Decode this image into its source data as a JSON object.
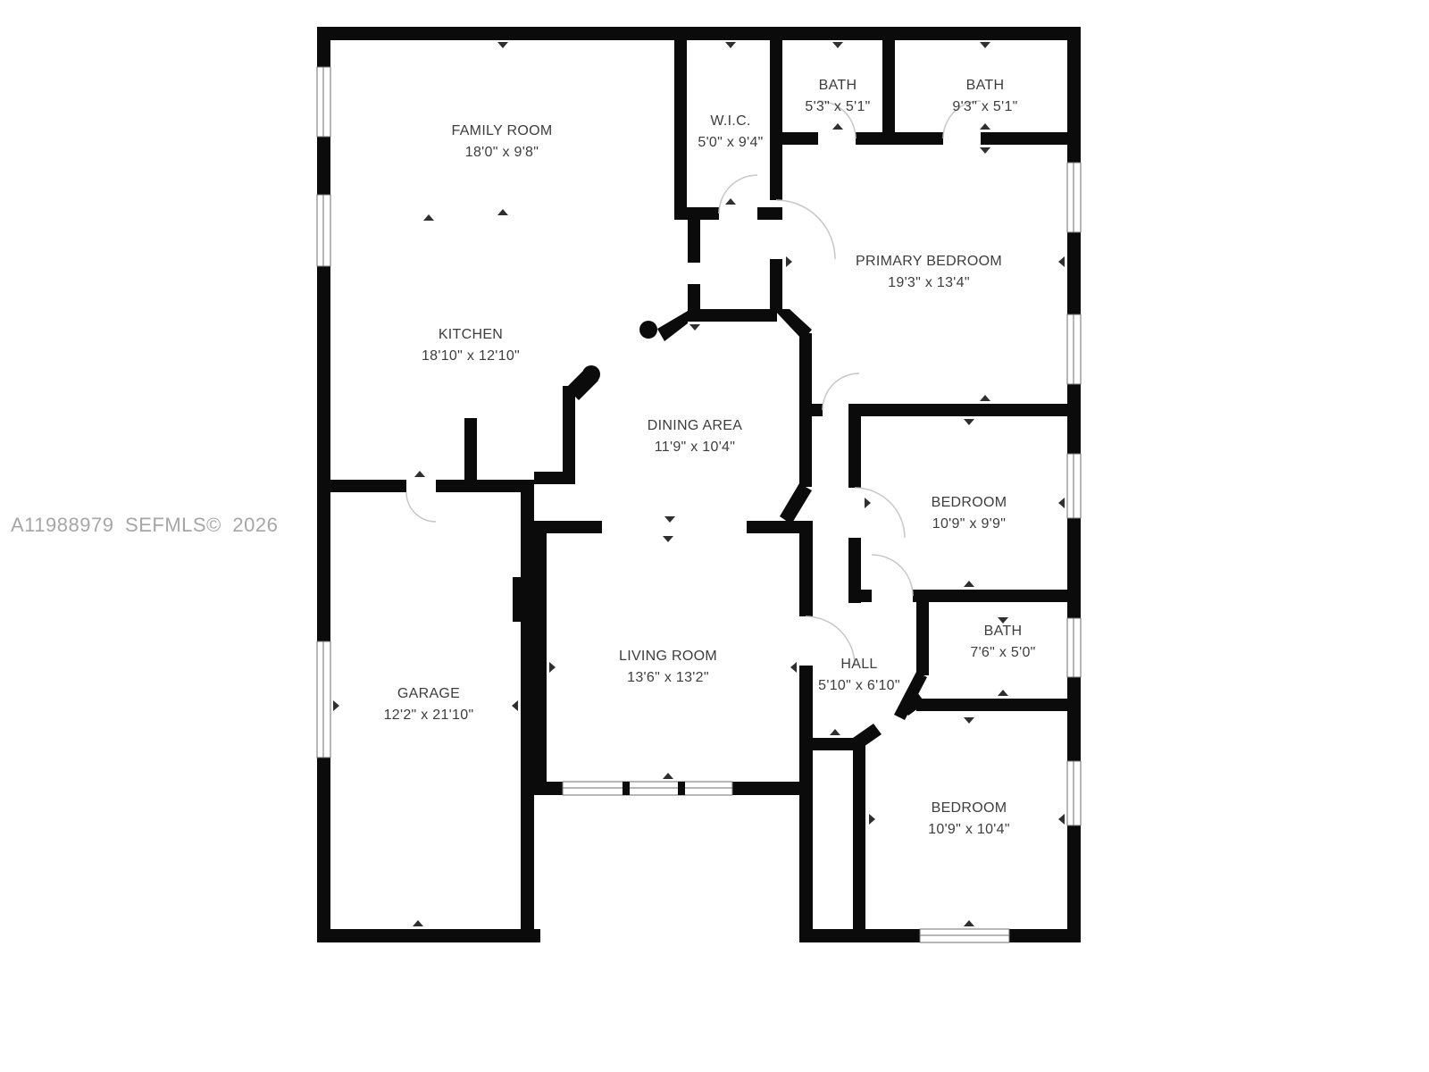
{
  "watermark": "A11988979  SEFMLS© 2026",
  "rooms": [
    {
      "id": "family-room",
      "name": "FAMILY ROOM",
      "dims": "18'0\" x 9'8\""
    },
    {
      "id": "wic",
      "name": "W.I.C.",
      "dims": "5'0\" x 9'4\""
    },
    {
      "id": "bath-1",
      "name": "BATH",
      "dims": "5'3\" x 5'1\""
    },
    {
      "id": "bath-2",
      "name": "BATH",
      "dims": "9'3\" x 5'1\""
    },
    {
      "id": "primary-bedroom",
      "name": "PRIMARY BEDROOM",
      "dims": "19'3\" x 13'4\""
    },
    {
      "id": "kitchen",
      "name": "KITCHEN",
      "dims": "18'10\" x 12'10\""
    },
    {
      "id": "dining-area",
      "name": "DINING AREA",
      "dims": "11'9\" x 10'4\""
    },
    {
      "id": "bedroom-1",
      "name": "BEDROOM",
      "dims": "10'9\" x 9'9\""
    },
    {
      "id": "bath-3",
      "name": "BATH",
      "dims": "7'6\" x 5'0\""
    },
    {
      "id": "hall",
      "name": "HALL",
      "dims": "5'10\" x 6'10\""
    },
    {
      "id": "living-room",
      "name": "LIVING ROOM",
      "dims": "13'6\" x 13'2\""
    },
    {
      "id": "garage",
      "name": "GARAGE",
      "dims": "12'2\" x 21'10\""
    },
    {
      "id": "bedroom-2",
      "name": "BEDROOM",
      "dims": "10'9\" x 10'4\""
    }
  ]
}
